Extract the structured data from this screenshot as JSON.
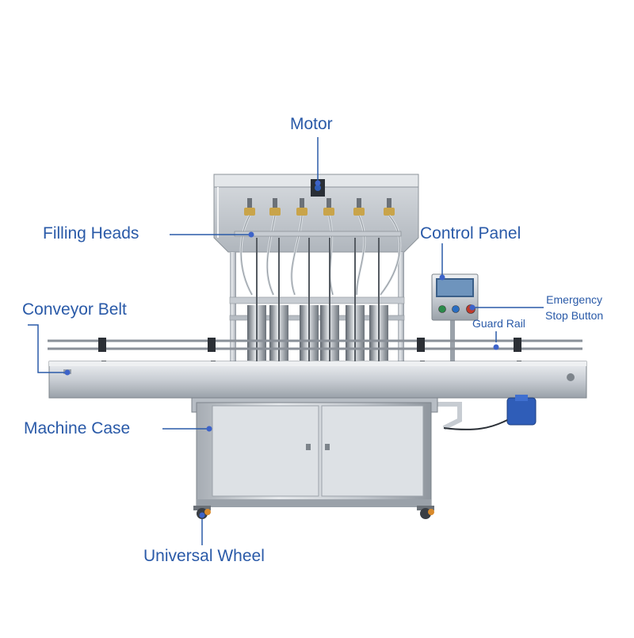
{
  "labels": {
    "motor": "Motor",
    "filling_heads": "Filling Heads",
    "control_panel": "Control Panel",
    "emergency_stop_line1": "Emergency",
    "emergency_stop_line2": "Stop Button",
    "guard_rail": "Guard Rail",
    "conveyor_belt": "Conveyor Belt",
    "machine_case": "Machine Case",
    "universal_wheel": "Universal Wheel"
  },
  "colors": {
    "label_text": "#2a5aa8",
    "leader_line": "#2a5aa8",
    "pointer_dot": "#3d63c9",
    "steel_light": "#d9dde2",
    "steel_mid": "#aab0b8",
    "steel_dark": "#6b7178",
    "motor_blue": "#2f5db8",
    "brass": "#c9a44a"
  }
}
